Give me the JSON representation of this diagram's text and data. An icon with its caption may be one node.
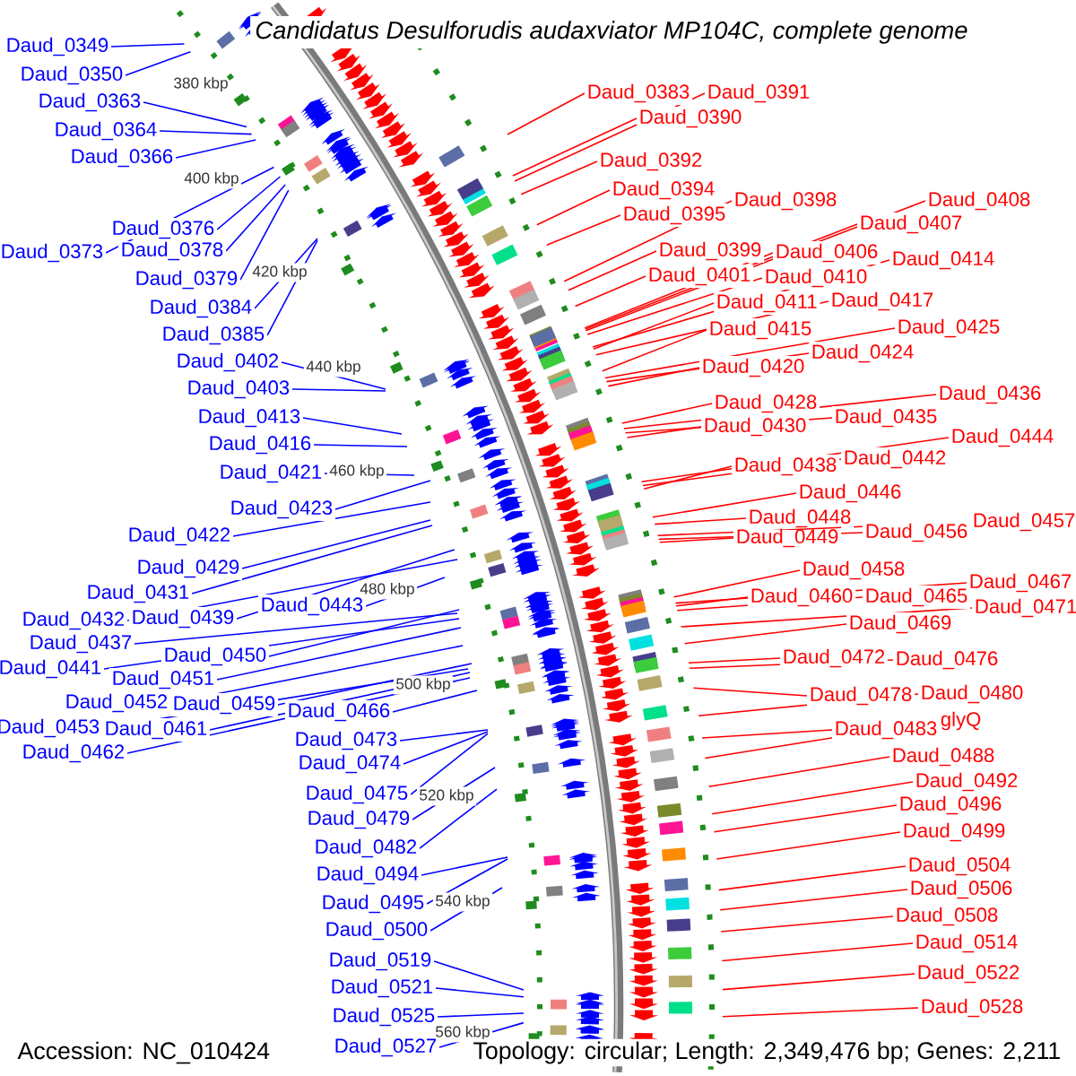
{
  "diagram": {
    "title": "Candidatus Desulforudis audaxviator MP104C, complete genome",
    "nodes": [
      {
        "text": [
          "Daud_0349"
        ]
      },
      {
        "text": [
          "Daud_0350"
        ]
      },
      {
        "text": [
          "Daud_0363"
        ]
      },
      {
        "text": [
          "Daud_0364"
        ]
      },
      {
        "text": [
          "Daud_0366"
        ]
      },
      {
        "text": [
          "Daud_0373"
        ]
      },
      {
        "text": [
          "Daud_0376"
        ]
      },
      {
        "text": [
          "Daud_0378"
        ]
      },
      {
        "text": [
          "Daud_0379"
        ]
      },
      {
        "text": [
          "Daud_0384"
        ]
      },
      {
        "text": [
          "Daud_0385"
        ]
      },
      {
        "text": [
          "Daud_0402"
        ]
      },
      {
        "text": [
          "Daud_0403"
        ]
      },
      {
        "text": [
          "Daud_0413"
        ]
      },
      {
        "text": [
          "Daud_0416"
        ]
      },
      {
        "text": [
          "Daud_0421"
        ]
      },
      {
        "text": [
          "Daud_0423"
        ]
      },
      {
        "text": [
          "Daud_0422"
        ]
      },
      {
        "text": [
          "Daud_0429"
        ]
      },
      {
        "text": [
          "Daud_0431"
        ]
      },
      {
        "text": [
          "Daud_0432"
        ]
      },
      {
        "text": [
          "Daud_0439"
        ]
      },
      {
        "text": [
          "Daud_0443"
        ]
      },
      {
        "text": [
          "Daud_0437"
        ]
      },
      {
        "text": [
          "Daud_0441"
        ]
      },
      {
        "text": [
          "Daud_0450"
        ]
      },
      {
        "text": [
          "Daud_0451"
        ]
      },
      {
        "text": [
          "Daud_0452"
        ]
      },
      {
        "text": [
          "Daud_0459"
        ]
      },
      {
        "text": [
          "Daud_0453"
        ]
      },
      {
        "text": [
          "Daud_0461"
        ]
      },
      {
        "text": [
          "Daud_0462"
        ]
      },
      {
        "text": [
          "Daud_0466"
        ]
      },
      {
        "text": [
          "Daud_0473"
        ]
      },
      {
        "text": [
          "Daud_0474"
        ]
      },
      {
        "text": [
          "Daud_0475"
        ]
      },
      {
        "text": [
          "Daud_0479"
        ]
      },
      {
        "text": [
          "Daud_0482"
        ]
      },
      {
        "text": [
          "Daud_0494"
        ]
      },
      {
        "text": [
          "Daud_0495"
        ]
      },
      {
        "text": [
          "Daud_0500"
        ]
      },
      {
        "text": [
          "Daud_0519"
        ]
      },
      {
        "text": [
          "Daud_0521"
        ]
      },
      {
        "text": [
          "Daud_0525"
        ]
      },
      {
        "text": [
          "Daud_0527"
        ]
      },
      {
        "text": [
          "Daud_0383"
        ]
      },
      {
        "text": [
          "Daud_0391"
        ]
      },
      {
        "text": [
          "Daud_0390"
        ]
      },
      {
        "text": [
          "Daud_0392"
        ]
      },
      {
        "text": [
          "Daud_0394"
        ]
      },
      {
        "text": [
          "Daud_0395"
        ]
      },
      {
        "text": [
          "Daud_0398"
        ]
      },
      {
        "text": [
          "Daud_0399"
        ]
      },
      {
        "text": [
          "Daud_0401"
        ]
      },
      {
        "text": [
          "Daud_0406"
        ]
      },
      {
        "text": [
          "Daud_0410"
        ]
      },
      {
        "text": [
          "Daud_0408"
        ]
      },
      {
        "text": [
          "Daud_0407"
        ]
      },
      {
        "text": [
          "Daud_0414"
        ]
      },
      {
        "text": [
          "Daud_0411"
        ]
      },
      {
        "text": [
          "Daud_0417"
        ]
      },
      {
        "text": [
          "Daud_0415"
        ]
      },
      {
        "text": [
          "Daud_0425"
        ]
      },
      {
        "text": [
          "Daud_0424"
        ]
      },
      {
        "text": [
          "Daud_0420"
        ]
      },
      {
        "text": [
          "Daud_0428"
        ]
      },
      {
        "text": [
          "Daud_0436"
        ]
      },
      {
        "text": [
          "Daud_0435"
        ]
      },
      {
        "text": [
          "Daud_0430"
        ]
      },
      {
        "text": [
          "Daud_0444"
        ]
      },
      {
        "text": [
          "Daud_0442"
        ]
      },
      {
        "text": [
          "Daud_0438"
        ]
      },
      {
        "text": [
          "Daud_0446"
        ]
      },
      {
        "text": [
          "Daud_0448"
        ]
      },
      {
        "text": [
          "Daud_0457"
        ]
      },
      {
        "text": [
          "Daud_0456"
        ]
      },
      {
        "text": [
          "Daud_0449"
        ]
      },
      {
        "text": [
          "Daud_0458"
        ]
      },
      {
        "text": [
          "Daud_0467"
        ]
      },
      {
        "text": [
          "Daud_0460"
        ]
      },
      {
        "text": [
          "Daud_0465"
        ]
      },
      {
        "text": [
          "Daud_0471"
        ]
      },
      {
        "text": [
          "Daud_0469"
        ]
      },
      {
        "text": [
          "Daud_0472"
        ]
      },
      {
        "text": [
          "Daud_0476"
        ]
      },
      {
        "text": [
          "Daud_0478"
        ]
      },
      {
        "text": [
          "Daud_0480"
        ]
      },
      {
        "text": [
          "Daud_0483"
        ]
      },
      {
        "text": [
          "glyQ"
        ]
      },
      {
        "text": [
          "Daud_0488"
        ]
      },
      {
        "text": [
          "Daud_0492"
        ]
      },
      {
        "text": [
          "Daud_0496"
        ]
      },
      {
        "text": [
          "Daud_0499"
        ]
      },
      {
        "text": [
          "Daud_0504"
        ]
      },
      {
        "text": [
          "Daud_0506"
        ]
      },
      {
        "text": [
          "Daud_0508"
        ]
      },
      {
        "text": [
          "Daud_0514"
        ]
      },
      {
        "text": [
          "Daud_0522"
        ]
      },
      {
        "text": [
          "Daud_0528"
        ]
      }
    ],
    "edges": [
      {
        "from": 0,
        "to": null,
        "arrow": "none",
        "color": "#0000ff"
      },
      {
        "from": 1,
        "to": null,
        "arrow": "none",
        "color": "#0000ff"
      },
      {
        "from": 2,
        "to": null,
        "arrow": "none",
        "color": "#0000ff"
      },
      {
        "from": 3,
        "to": null,
        "arrow": "none",
        "color": "#0000ff"
      },
      {
        "from": 4,
        "to": null,
        "arrow": "none",
        "color": "#0000ff"
      },
      {
        "from": 5,
        "to": null,
        "arrow": "none",
        "color": "#0000ff"
      },
      {
        "from": 6,
        "to": null,
        "arrow": "none",
        "color": "#0000ff"
      },
      {
        "from": 7,
        "to": null,
        "arrow": "none",
        "color": "#0000ff"
      },
      {
        "from": 8,
        "to": null,
        "arrow": "none",
        "color": "#0000ff"
      },
      {
        "from": 9,
        "to": null,
        "arrow": "none",
        "color": "#0000ff"
      },
      {
        "from": 10,
        "to": null,
        "arrow": "none",
        "color": "#0000ff"
      },
      {
        "from": 11,
        "to": null,
        "arrow": "none",
        "color": "#0000ff"
      },
      {
        "from": 12,
        "to": null,
        "arrow": "none",
        "color": "#0000ff"
      },
      {
        "from": 13,
        "to": null,
        "arrow": "none",
        "color": "#0000ff"
      },
      {
        "from": 14,
        "to": null,
        "arrow": "none",
        "color": "#0000ff"
      },
      {
        "from": 15,
        "to": null,
        "arrow": "none",
        "color": "#0000ff"
      },
      {
        "from": 16,
        "to": null,
        "arrow": "none",
        "color": "#0000ff"
      },
      {
        "from": 17,
        "to": null,
        "arrow": "none",
        "color": "#0000ff"
      },
      {
        "from": 18,
        "to": null,
        "arrow": "none",
        "color": "#0000ff"
      },
      {
        "from": 19,
        "to": null,
        "arrow": "none",
        "color": "#0000ff"
      },
      {
        "from": 20,
        "to": null,
        "arrow": "none",
        "color": "#0000ff"
      },
      {
        "from": 21,
        "to": null,
        "arrow": "none",
        "color": "#0000ff"
      },
      {
        "from": 22,
        "to": null,
        "arrow": "none",
        "color": "#0000ff"
      },
      {
        "from": 23,
        "to": null,
        "arrow": "none",
        "color": "#0000ff"
      },
      {
        "from": 24,
        "to": null,
        "arrow": "none",
        "color": "#0000ff"
      },
      {
        "from": 25,
        "to": null,
        "arrow": "none",
        "color": "#0000ff"
      },
      {
        "from": 26,
        "to": null,
        "arrow": "none",
        "color": "#0000ff"
      },
      {
        "from": 27,
        "to": null,
        "arrow": "none",
        "color": "#0000ff"
      },
      {
        "from": 28,
        "to": null,
        "arrow": "none",
        "color": "#0000ff"
      },
      {
        "from": 29,
        "to": null,
        "arrow": "none",
        "color": "#0000ff"
      },
      {
        "from": 30,
        "to": null,
        "arrow": "none",
        "color": "#0000ff"
      },
      {
        "from": 31,
        "to": null,
        "arrow": "none",
        "color": "#0000ff"
      },
      {
        "from": 32,
        "to": null,
        "arrow": "none",
        "color": "#0000ff"
      },
      {
        "from": 33,
        "to": null,
        "arrow": "none",
        "color": "#0000ff"
      },
      {
        "from": 34,
        "to": null,
        "arrow": "none",
        "color": "#0000ff"
      },
      {
        "from": 35,
        "to": null,
        "arrow": "none",
        "color": "#0000ff"
      },
      {
        "from": 36,
        "to": null,
        "arrow": "none",
        "color": "#0000ff"
      },
      {
        "from": 37,
        "to": null,
        "arrow": "none",
        "color": "#0000ff"
      },
      {
        "from": 38,
        "to": null,
        "arrow": "none",
        "color": "#0000ff"
      },
      {
        "from": 39,
        "to": null,
        "arrow": "none",
        "color": "#0000ff"
      },
      {
        "from": 40,
        "to": null,
        "arrow": "none",
        "color": "#0000ff"
      },
      {
        "from": 41,
        "to": null,
        "arrow": "none",
        "color": "#0000ff"
      },
      {
        "from": 42,
        "to": null,
        "arrow": "none",
        "color": "#0000ff"
      },
      {
        "from": 43,
        "to": null,
        "arrow": "none",
        "color": "#0000ff"
      },
      {
        "from": 44,
        "to": null,
        "arrow": "none",
        "color": "#0000ff"
      },
      {
        "from": 45,
        "to": null,
        "arrow": "none"
      },
      {
        "from": 46,
        "to": null,
        "arrow": "none"
      },
      {
        "from": 47,
        "to": null,
        "arrow": "none"
      },
      {
        "from": 48,
        "to": null,
        "arrow": "none"
      },
      {
        "from": 49,
        "to": null,
        "arrow": "none"
      },
      {
        "from": 50,
        "to": null,
        "arrow": "none"
      },
      {
        "from": 51,
        "to": null,
        "arrow": "none"
      },
      {
        "from": 52,
        "to": null,
        "arrow": "none"
      },
      {
        "from": 53,
        "to": null,
        "arrow": "none"
      },
      {
        "from": 54,
        "to": null,
        "arrow": "none"
      },
      {
        "from": 55,
        "to": null,
        "arrow": "none"
      },
      {
        "from": 56,
        "to": null,
        "arrow": "none"
      },
      {
        "from": 57,
        "to": null,
        "arrow": "none"
      },
      {
        "from": 58,
        "to": null,
        "arrow": "none"
      },
      {
        "from": 59,
        "to": null,
        "arrow": "none"
      },
      {
        "from": 60,
        "to": null,
        "arrow": "none"
      },
      {
        "from": 61,
        "to": null,
        "arrow": "none"
      },
      {
        "from": 62,
        "to": null,
        "arrow": "none"
      },
      {
        "from": 63,
        "to": null,
        "arrow": "none"
      },
      {
        "from": 64,
        "to": null,
        "arrow": "none"
      },
      {
        "from": 65,
        "to": null,
        "arrow": "none"
      },
      {
        "from": 66,
        "to": null,
        "arrow": "none"
      },
      {
        "from": 67,
        "to": null,
        "arrow": "none"
      },
      {
        "from": 68,
        "to": null,
        "arrow": "none"
      },
      {
        "from": 69,
        "to": null,
        "arrow": "none"
      },
      {
        "from": 70,
        "to": null,
        "arrow": "none"
      },
      {
        "from": 71,
        "to": null,
        "arrow": "none"
      },
      {
        "from": 72,
        "to": null,
        "arrow": "none"
      },
      {
        "from": 73,
        "to": null,
        "arrow": "none"
      },
      {
        "from": 74,
        "to": null,
        "arrow": "none"
      },
      {
        "from": 75,
        "to": null,
        "arrow": "none"
      },
      {
        "from": 76,
        "to": null,
        "arrow": "none"
      },
      {
        "from": 77,
        "to": null,
        "arrow": "none"
      },
      {
        "from": 78,
        "to": null,
        "arrow": "none"
      },
      {
        "from": 79,
        "to": null,
        "arrow": "none"
      },
      {
        "from": 80,
        "to": null,
        "arrow": "none"
      },
      {
        "from": 81,
        "to": null,
        "arrow": "none"
      },
      {
        "from": 82,
        "to": null,
        "arrow": "none"
      },
      {
        "from": 83,
        "to": null,
        "arrow": "none"
      },
      {
        "from": 84,
        "to": null,
        "arrow": "none"
      },
      {
        "from": 85,
        "to": null,
        "arrow": "none"
      },
      {
        "from": 86,
        "to": null,
        "arrow": "none"
      },
      {
        "from": 87,
        "to": null,
        "arrow": "none"
      },
      {
        "from": 88,
        "to": null,
        "arrow": "none"
      },
      {
        "from": 89,
        "to": null,
        "arrow": "none"
      },
      {
        "from": 90,
        "to": null,
        "arrow": "none"
      },
      {
        "from": 91,
        "to": null,
        "arrow": "none"
      },
      {
        "from": 92,
        "to": null,
        "arrow": "none"
      },
      {
        "from": 93,
        "to": null,
        "arrow": "none"
      },
      {
        "from": 94,
        "to": null,
        "arrow": "none"
      },
      {
        "from": 95,
        "to": null,
        "arrow": "none"
      },
      {
        "from": 96,
        "to": null,
        "arrow": "none"
      },
      {
        "from": 97,
        "to": null,
        "arrow": "none"
      },
      {
        "from": 98,
        "to": null,
        "arrow": "none"
      }
    ],
    "labels": [
      "380 kbp",
      "400 kbp",
      "420 kbp",
      "440 kbp",
      "460 kbp",
      "480 kbp",
      "500 kbp",
      "520 kbp",
      "540 kbp",
      "560 kbp",
      "Accession: NC_010424",
      "Topology: circular; Length: 2,349,476 bp; Genes: 2,211"
    ]
  }
}
